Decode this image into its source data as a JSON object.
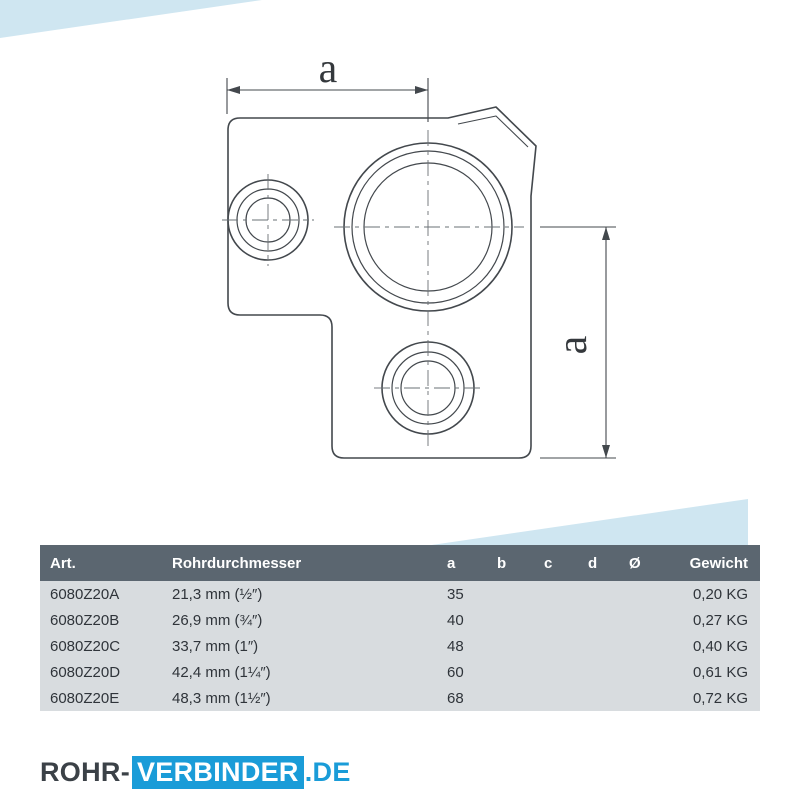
{
  "colors": {
    "accent_light": "#cfe6f1",
    "accent_blue": "#1a9cd8",
    "table_header_bg": "#5b6670",
    "table_row_bg": "#d8dcdf",
    "drawing_stroke": "#43484d"
  },
  "drawing": {
    "dim_label_horizontal": "a",
    "dim_label_vertical": "a"
  },
  "table": {
    "headers": {
      "art": "Art.",
      "durchmesser": "Rohrdurchmesser",
      "a": "a",
      "b": "b",
      "c": "c",
      "d": "d",
      "diameter": "Ø",
      "gewicht": "Gewicht"
    },
    "rows": [
      {
        "art": "6080Z20A",
        "durchmesser": "21,3 mm (½″)",
        "a": "35",
        "b": "",
        "c": "",
        "d": "",
        "diameter": "",
        "gewicht": "0,20 KG"
      },
      {
        "art": "6080Z20B",
        "durchmesser": "26,9 mm (¾″)",
        "a": "40",
        "b": "",
        "c": "",
        "d": "",
        "diameter": "",
        "gewicht": "0,27 KG"
      },
      {
        "art": "6080Z20C",
        "durchmesser": "33,7 mm (1″)",
        "a": "48",
        "b": "",
        "c": "",
        "d": "",
        "diameter": "",
        "gewicht": "0,40 KG"
      },
      {
        "art": "6080Z20D",
        "durchmesser": "42,4 mm (1¼″)",
        "a": "60",
        "b": "",
        "c": "",
        "d": "",
        "diameter": "",
        "gewicht": "0,61 KG"
      },
      {
        "art": "6080Z20E",
        "durchmesser": "48,3 mm (1½″)",
        "a": "68",
        "b": "",
        "c": "",
        "d": "",
        "diameter": "",
        "gewicht": "0,72 KG"
      }
    ]
  },
  "footer": {
    "logo_part1": "ROHR-",
    "logo_part2": "VERBINDER",
    "logo_part3": ".DE"
  }
}
